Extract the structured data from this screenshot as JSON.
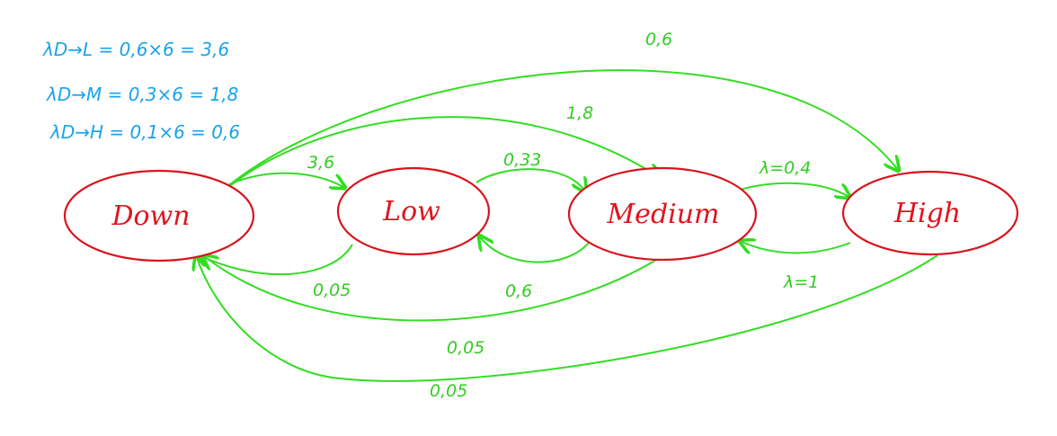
{
  "notes": [
    "λD→L = 0,6×6 = 3,6",
    "λD→M = 0,3×6 = 1,8",
    "λD→H = 0,1×6 = 0,6"
  ],
  "states": {
    "down": "Down",
    "low": "Low",
    "medium": "Medium",
    "high": "High"
  },
  "transitions": [
    {
      "from": "Down",
      "to": "Low",
      "label": "3,6"
    },
    {
      "from": "Down",
      "to": "Medium",
      "label": "1,8"
    },
    {
      "from": "Down",
      "to": "High",
      "label": "0,6"
    },
    {
      "from": "Low",
      "to": "Medium",
      "label": "0,33"
    },
    {
      "from": "Medium",
      "to": "Low",
      "label": "0,6"
    },
    {
      "from": "Medium",
      "to": "High",
      "label": "λ=0,4"
    },
    {
      "from": "High",
      "to": "Medium",
      "label": "λ=1"
    },
    {
      "from": "Low",
      "to": "Down",
      "label": "0,05"
    },
    {
      "from": "Medium",
      "to": "Down",
      "label": "0,05"
    },
    {
      "from": "High",
      "to": "Down",
      "label": "0,05"
    }
  ],
  "colors": {
    "state": "#d8141e",
    "edge": "#33dd22",
    "note": "#1aa3e8"
  }
}
